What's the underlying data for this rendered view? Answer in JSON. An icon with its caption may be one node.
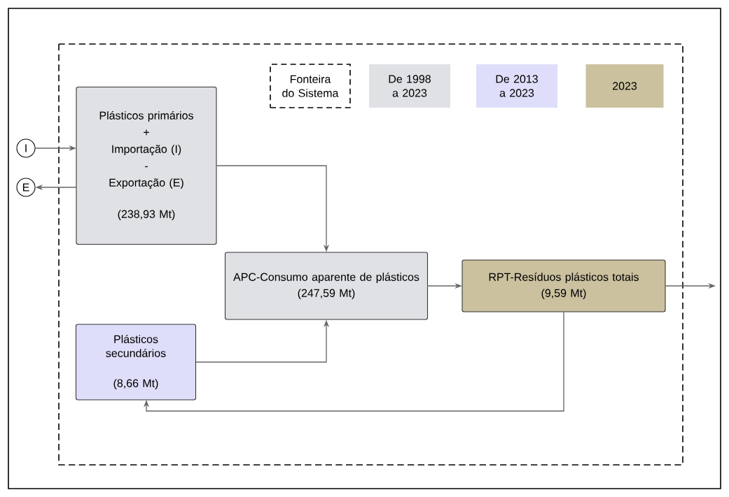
{
  "diagram": {
    "nodes": [
      {
        "text": [
          "I"
        ]
      },
      {
        "text": [
          "E"
        ]
      },
      {
        "text": [
          "Plásticos primários",
          "+",
          "Importação (I)",
          "-",
          "Exportação (E)",
          "(238,93 Mt)"
        ]
      },
      {
        "text": [
          "APC-Consumo aparente de plásticos",
          "(247,59 Mt)"
        ]
      },
      {
        "text": [
          "RPT-Resíduos plásticos totais",
          "(9,59 Mt)"
        ]
      },
      {
        "text": [
          "Plásticos secundários",
          "(8,66 Mt)"
        ]
      }
    ],
    "edges": [
      {
        "from": 0,
        "to": 2,
        "arrow": "to"
      },
      {
        "from": 2,
        "to": 1,
        "arrow": "to"
      },
      {
        "from": 2,
        "to": 3,
        "arrow": "to"
      },
      {
        "from": 5,
        "to": 3,
        "arrow": "to"
      },
      {
        "from": 3,
        "to": 4,
        "arrow": "to"
      },
      {
        "from": 4,
        "to": null,
        "arrow": "to"
      },
      {
        "from": 4,
        "to": 5,
        "arrow": "to"
      }
    ],
    "legend": [
      {
        "text": "Fonteira do Sistema"
      },
      {
        "text": "De 1998 a 2023",
        "color": "#dfe1e5"
      },
      {
        "text": "De 2013 a 2023",
        "color": "#dedefa"
      },
      {
        "text": "2023",
        "color": "#cbc19f"
      }
    ]
  }
}
